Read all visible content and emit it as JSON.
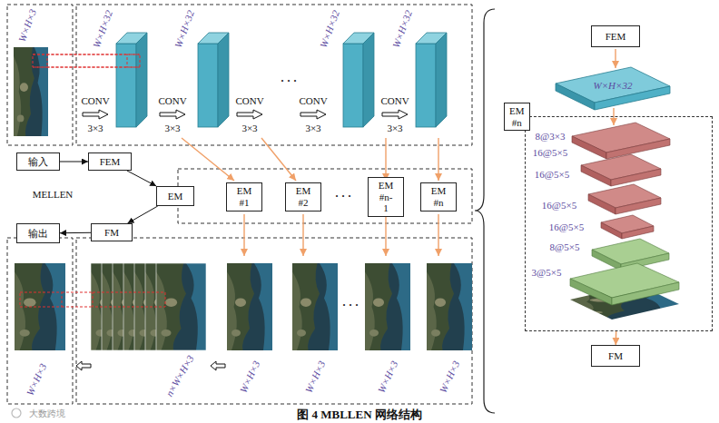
{
  "diagram": {
    "caption": "图 4 MBLLEN 网络结构",
    "nodes": [
      {
        "text": [
          "输入"
        ]
      },
      {
        "text": [
          "FEM"
        ]
      },
      {
        "text": [
          "EM"
        ]
      },
      {
        "text": [
          "EM #1"
        ]
      },
      {
        "text": [
          "EM #2"
        ]
      },
      {
        "text": [
          "EM #n-1"
        ]
      },
      {
        "text": [
          "EM #n"
        ]
      },
      {
        "text": [
          "FM"
        ]
      },
      {
        "text": [
          "输出"
        ]
      },
      {
        "text": [
          "FEM"
        ]
      },
      {
        "text": [
          "EM #n"
        ]
      },
      {
        "text": [
          "FM"
        ]
      }
    ],
    "edges": [
      {
        "from": 0,
        "to": 1,
        "arrow": "to"
      },
      {
        "from": 1,
        "to": 2,
        "arrow": "to"
      },
      {
        "from": 2,
        "to": 7,
        "arrow": "to"
      },
      {
        "from": 7,
        "to": 8,
        "arrow": "to"
      },
      {
        "from": 10,
        "to": 11,
        "arrow": "to"
      }
    ],
    "labels": [
      "W×H×3",
      "W×H×32",
      "W×H×32",
      "W×H×32",
      "W×H×32",
      "CONV",
      "3×3",
      "CONV",
      "3×3",
      "CONV",
      "3×3",
      "CONV",
      "3×3",
      "CONV",
      "3×3",
      "· · ·",
      "MELLEN",
      "· · ·",
      "W×H×3",
      "n×W×H×3",
      "W×H×3",
      "W×H×3",
      "W×H×3",
      "W×H×3",
      "· · ·",
      "W×H×32",
      "8@3×3",
      "16@5×5",
      "16@5×5",
      "16@5×5",
      "16@5×5",
      "8@5×5",
      "3@5×5",
      "大数跨境"
    ]
  }
}
